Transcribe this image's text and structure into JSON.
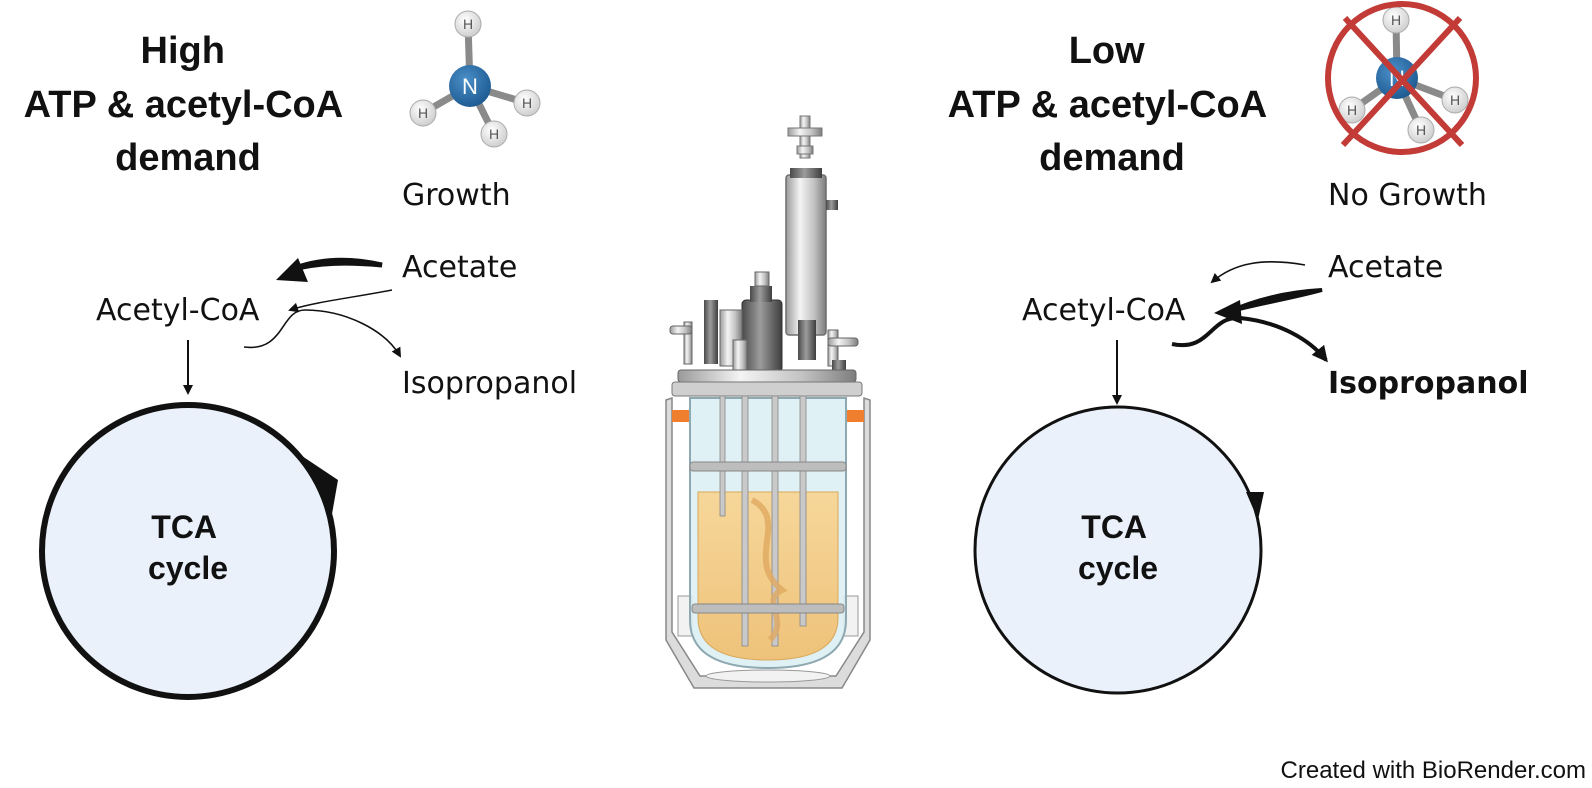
{
  "left_panel": {
    "title_lines": [
      "High",
      "ATP & acetyl-CoA",
      "demand"
    ],
    "molecule": {
      "center_atom": "N",
      "outer_atom": "H"
    },
    "growth_label": "Growth",
    "acetate_label": "Acetate",
    "acetyl_coa_label": "Acetyl-CoA",
    "isopropanol_label": "Isopropanol",
    "cycle_label_lines": [
      "TCA",
      "cycle"
    ]
  },
  "right_panel": {
    "title_lines": [
      "Low",
      "ATP & acetyl-CoA",
      "demand"
    ],
    "molecule": {
      "center_atom": "N",
      "outer_atom": "H"
    },
    "growth_label": "No Growth",
    "acetate_label": "Acetate",
    "acetyl_coa_label": "Acetyl-CoA",
    "isopropanol_label": "Isopropanol",
    "cycle_label_lines": [
      "TCA",
      "cycle"
    ]
  },
  "credit": "Created with BioRender.com",
  "colors": {
    "nitrogen": "#2e6fa7",
    "hydrogen": "#e3e3e3",
    "cross": "#c23b36",
    "cycle_fill": "#eaf1fb",
    "broth": "#f3cf8a",
    "vessel_glass": "#d9eef2",
    "clamp": "#f07f2d"
  },
  "icons": [
    "ammonium-molecule-icon",
    "no-ammonium-icon",
    "bioreactor-icon"
  ]
}
